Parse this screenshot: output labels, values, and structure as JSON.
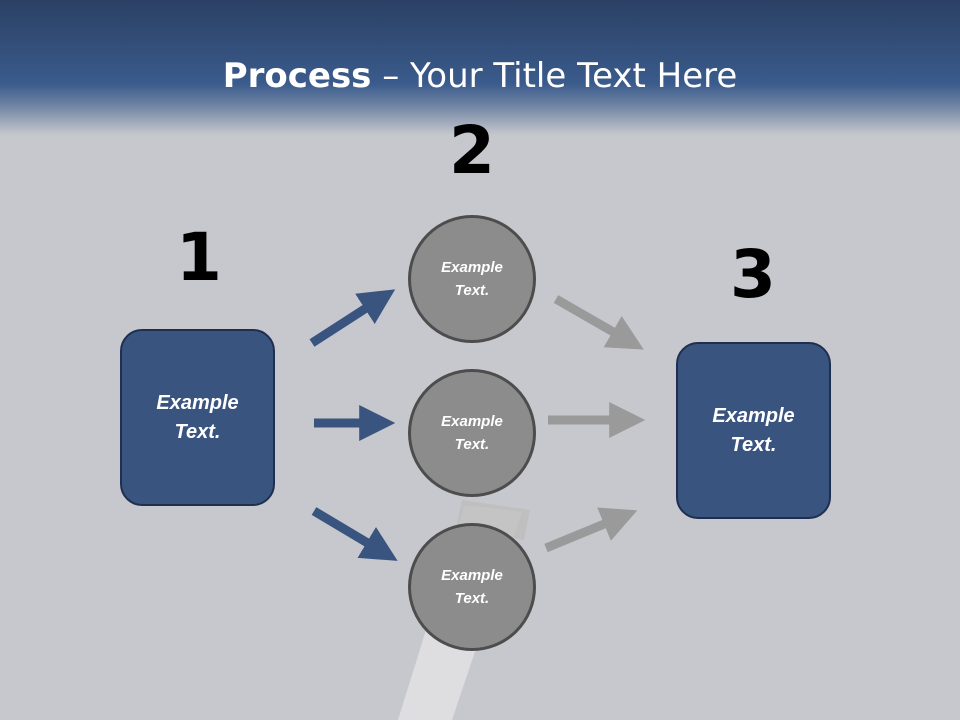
{
  "title": {
    "bold": "Process",
    "rest": " – Your Title Text Here"
  },
  "steps": [
    {
      "number": "1",
      "text": "Example\nText."
    },
    {
      "number": "2",
      "items": [
        "Example\nText.",
        "Example\nText.",
        "Example\nText."
      ]
    },
    {
      "number": "3",
      "text": "Example\nText."
    }
  ],
  "colors": {
    "header": "#3a5b8c",
    "box_fill": "#3a5480",
    "circle_fill": "#8c8c8c",
    "arrow_blue": "#3a5480",
    "arrow_gray": "#9a9a9a",
    "background": "#c6c8cd"
  }
}
